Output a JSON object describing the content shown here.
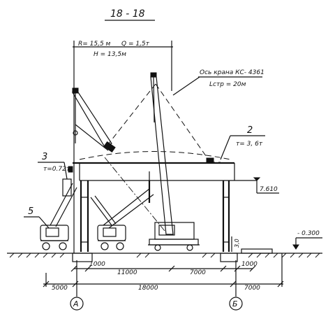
{
  "title": "18 - 18",
  "crane_params": {
    "reach": "R= 15,5 м",
    "load": "Q = 1,5т",
    "height": "H = 13,5м"
  },
  "crane_axis": {
    "line1": "Ось крана КС- 4361",
    "line2": "Lстр = 20м"
  },
  "callouts": [
    {
      "num": "2",
      "mass": "т= 3, 6т"
    },
    {
      "num": "3",
      "mass": "т=0.72т"
    },
    {
      "num": "5",
      "mass": ""
    }
  ],
  "elevations": {
    "frame_top": "7.610",
    "ground": "- 0.300"
  },
  "dim_small": "3,0",
  "dims_row1": [
    "1000",
    "11000",
    "7000",
    "1000"
  ],
  "dims_row2": [
    "5000",
    "18000",
    "7000"
  ],
  "axes": [
    "А",
    "Б"
  ]
}
